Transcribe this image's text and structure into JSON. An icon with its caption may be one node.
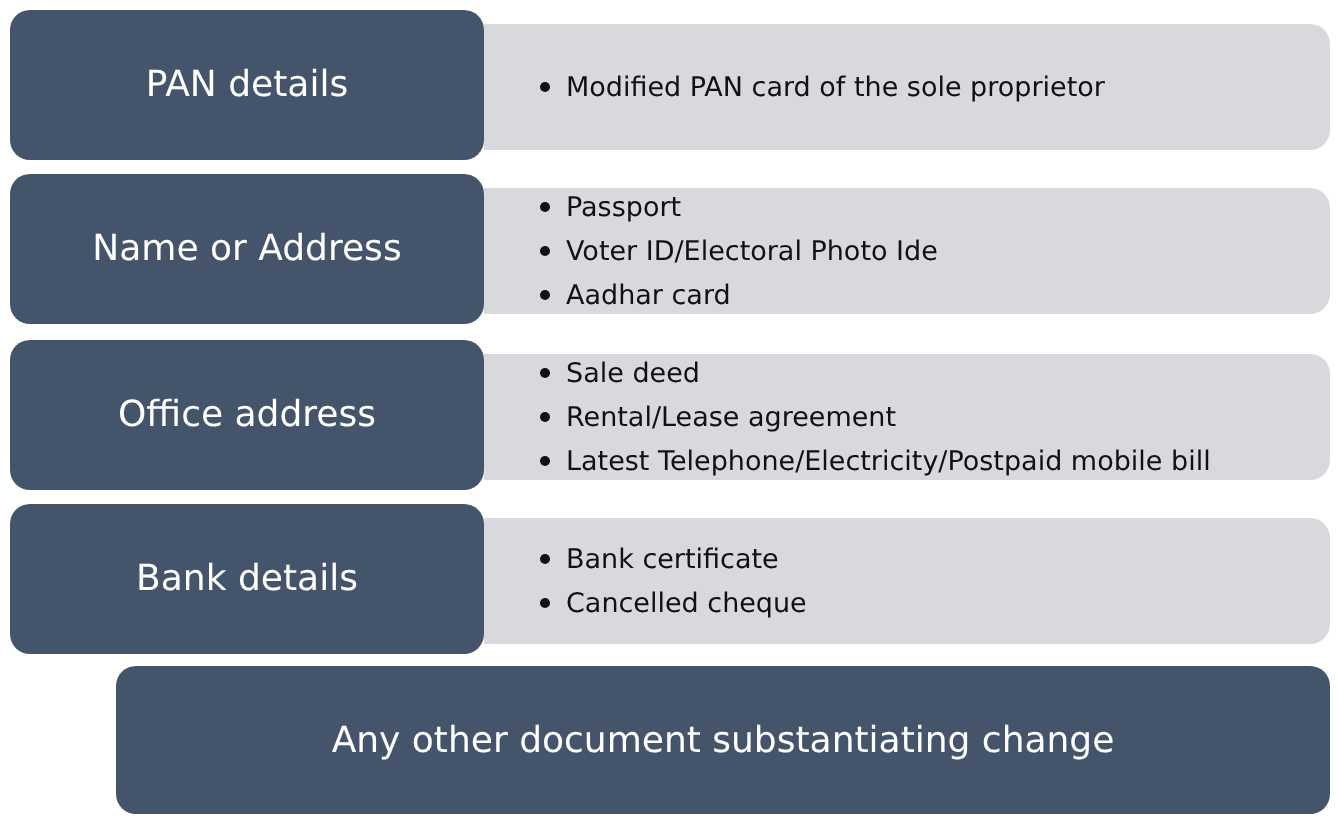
{
  "diagram": {
    "nodes": [
      {
        "text": [
          "PAN details"
        ]
      },
      {
        "text": [
          "Modified PAN card of the sole proprietor"
        ]
      },
      {
        "text": [
          "Name or Address"
        ]
      },
      {
        "text": [
          "Passport",
          "Voter ID/Electoral Photo Ide",
          "Aadhar card"
        ]
      },
      {
        "text": [
          "Office address"
        ]
      },
      {
        "text": [
          "Sale deed",
          "Rental/Lease agreement",
          "Latest Telephone/Electricity/Postpaid mobile bill"
        ]
      },
      {
        "text": [
          "Bank details"
        ]
      },
      {
        "text": [
          "Bank certificate",
          "Cancelled cheque"
        ]
      },
      {
        "text": [
          "Any other document substantiating change"
        ]
      }
    ]
  }
}
